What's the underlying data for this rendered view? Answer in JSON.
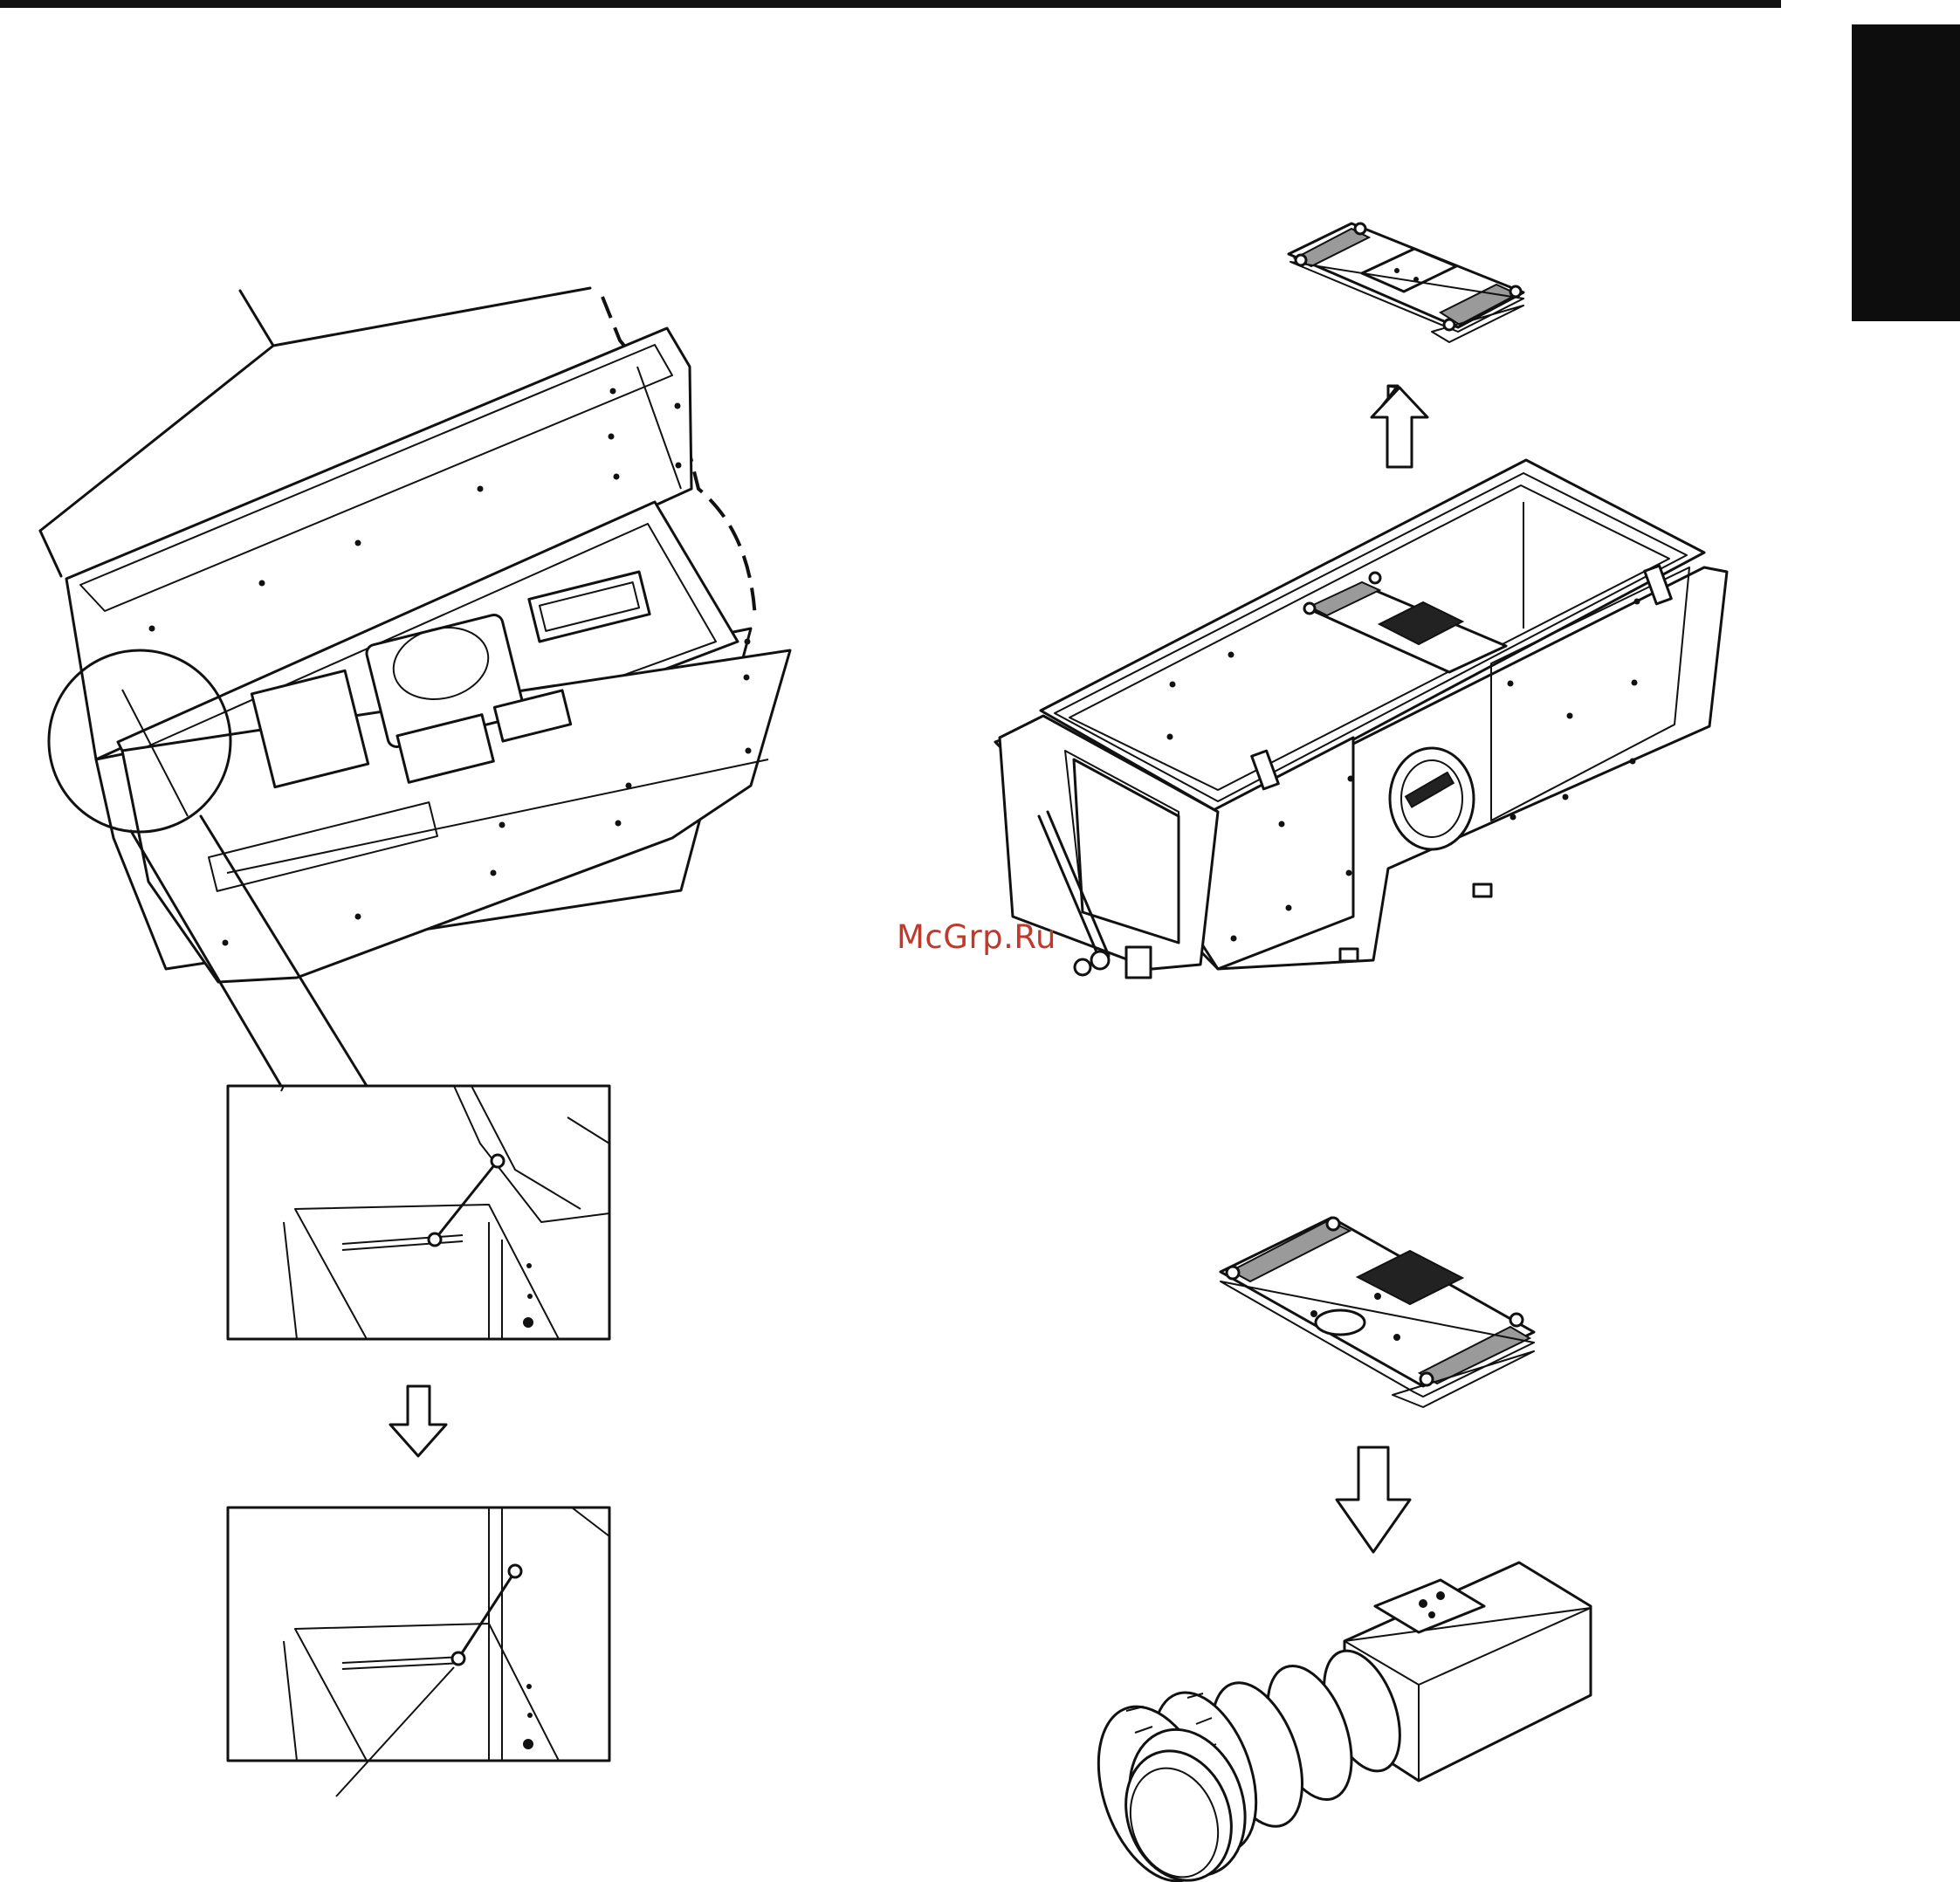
{
  "page": {
    "watermark_text": "McGrp.Ru",
    "watermark_color": "#c0392b",
    "rule_color": "#111111",
    "tab_color": "#0d0d0d"
  },
  "figures": {
    "housing_open": "housing-open-illustration",
    "detail_before": "hinge-arm-detail-before",
    "detail_after": "hinge-arm-detail-after",
    "mount_plate_top": "camera-mount-plate-removed",
    "housing_closed": "housing-with-plate-illustration",
    "mount_plate_bottom": "camera-mount-plate-to-camera",
    "camera": "camera-with-lens-illustration"
  },
  "arrows": {
    "detail_arrow": "down-arrow",
    "plate_up_arrow": "up-arrow",
    "plate_down_arrow": "down-arrow"
  }
}
